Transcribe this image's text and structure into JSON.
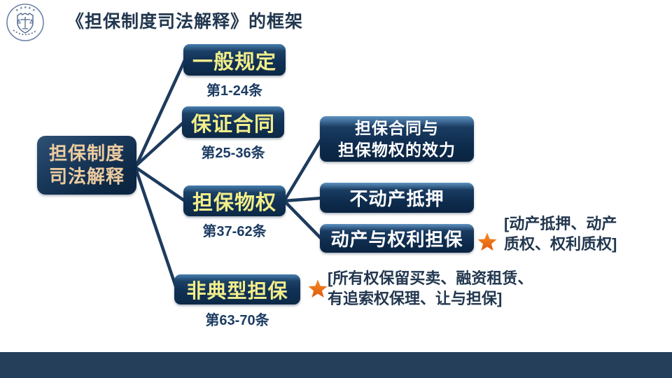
{
  "title": "《担保制度司法解释》的框架",
  "root": {
    "line1": "担保制度",
    "line2": "司法解释"
  },
  "branches": [
    {
      "label": "一般规定",
      "articles": "第1-24条"
    },
    {
      "label": "保证合同",
      "articles": "第25-36条"
    },
    {
      "label": "担保物权",
      "articles": "第37-62条"
    },
    {
      "label": "非典型担保",
      "articles": "第63-70条"
    }
  ],
  "sub_branches": [
    {
      "line1": "担保合同与",
      "line2": "担保物权的效力"
    },
    {
      "label": "不动产抵押"
    },
    {
      "label": "动产与权利担保"
    }
  ],
  "annotations": [
    {
      "line1": "[动产抵押、动产",
      "line2": "质权、权利质权]"
    },
    {
      "line1": "[所有权保留买卖、融资租赁、",
      "line2": "有追索权保理、让与担保]"
    }
  ],
  "colors": {
    "title_text": "#22374F",
    "box_navy": "#0C2946",
    "root_text": "#ECCBA0",
    "branch_text": "#F2EE8A",
    "sub_text": "#FFFFFF",
    "connector": "#1D3B5D",
    "star": "#EE701C",
    "footer_bar": "#253E59"
  }
}
